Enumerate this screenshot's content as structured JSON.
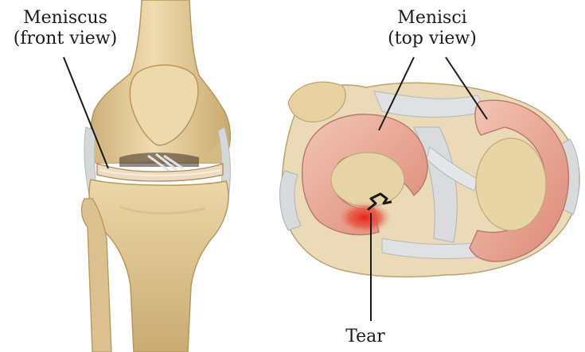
{
  "labels": {
    "front_view": {
      "line1": "Meniscus",
      "line2": "(front view)"
    },
    "top_view": {
      "line1": "Menisci",
      "line2": "(top view)"
    },
    "tear": "Tear"
  },
  "colors": {
    "bone": "#e8d3a4",
    "bone_shadow": "#c9ad74",
    "cartilage": "#eadcc0",
    "ligament": "#d9dde0",
    "meniscus": "#e6998a",
    "meniscus_light": "#f3c7b8",
    "tear_red": "#e3261c",
    "leader_line": "#1a1a1a"
  }
}
